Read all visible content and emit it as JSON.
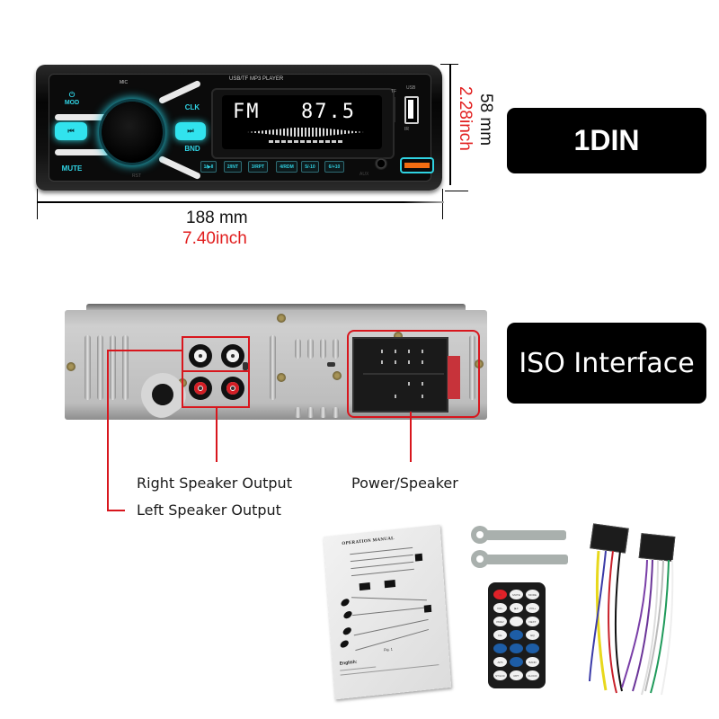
{
  "front_panel": {
    "header_label": "USB/TF MP3 PLAYER",
    "mic_label": "MIC",
    "reset_label": "RST",
    "buttons": [
      {
        "id": "mode",
        "label": "MOD",
        "icon": "power-icon"
      },
      {
        "id": "prev",
        "label": "",
        "icon": "skip-back-icon"
      },
      {
        "id": "mute",
        "label": "MUTE"
      },
      {
        "id": "clk",
        "label": "CLK"
      },
      {
        "id": "next",
        "label": "",
        "icon": "skip-forward-icon"
      },
      {
        "id": "bnd",
        "label": "BND"
      }
    ],
    "display": {
      "band": "FM",
      "frequency": "87.5"
    },
    "number_buttons": [
      "1/▶II",
      "2/INT",
      "3/RPT",
      "4/RDM",
      "5/-10",
      "6/+10"
    ],
    "port_labels": {
      "usb": "USB",
      "tf": "TF",
      "ir": "IR",
      "aux": "AUX"
    },
    "accent_color": "#31e3ee",
    "charge_port_color": "#f36d12"
  },
  "dimensions": {
    "width_mm": "188 mm",
    "width_inch": "7.40inch",
    "height_mm": "58 mm",
    "height_inch": "2.28inch"
  },
  "badges": {
    "din": "1DIN",
    "iso": "ISO Interface"
  },
  "rear_panel": {
    "callouts": [
      {
        "id": "right-speaker",
        "label": "Right Speaker Output"
      },
      {
        "id": "left-speaker",
        "label": "Left Speaker Output"
      },
      {
        "id": "power-speaker",
        "label": "Power/Speaker"
      }
    ],
    "callout_color": "#d8161d"
  },
  "accessories": {
    "manual": {
      "title": "OPERATION MANUAL",
      "figure_caption": "Fig. 1",
      "footer_heading": "English:"
    },
    "remote_buttons": [
      [
        "⏻",
        "MUTE",
        "MODE"
      ],
      [
        "VOL-",
        "▶II",
        "VOL+"
      ],
      [
        "PREV",
        "",
        "NEXT"
      ],
      [
        "CH-",
        "",
        "EQ"
      ],
      [
        "",
        "",
        ""
      ],
      [
        "APS",
        "",
        "BAND"
      ],
      [
        "ST/LOC",
        "RPT",
        "CLOCK"
      ]
    ]
  }
}
